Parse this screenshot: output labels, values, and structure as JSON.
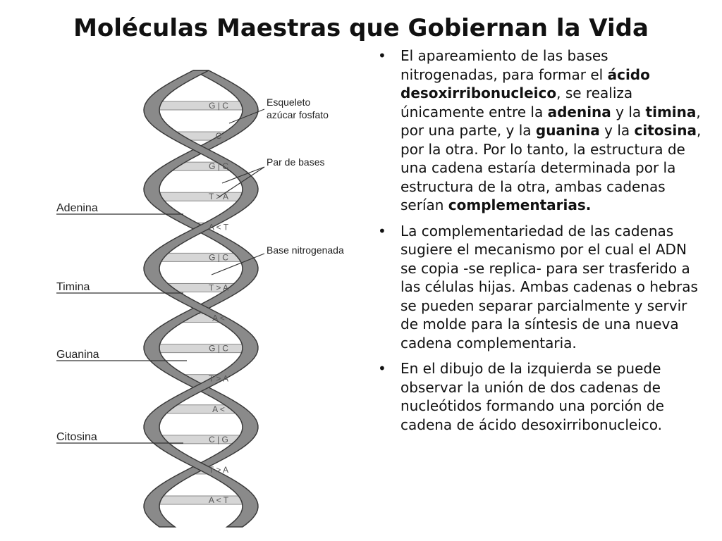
{
  "slide": {
    "title": "Moléculas Maestras que Gobiernan la Vida"
  },
  "bullets": [
    {
      "segments": [
        {
          "text": "El apareamiento de las bases nitrogenadas, para formar el ",
          "bold": false
        },
        {
          "text": "ácido desoxirribonucleico",
          "bold": true
        },
        {
          "text": ", se realiza únicamente entre la ",
          "bold": false
        },
        {
          "text": "adenina",
          "bold": true
        },
        {
          "text": " y la ",
          "bold": false
        },
        {
          "text": "timina",
          "bold": true
        },
        {
          "text": ", por una parte, y la ",
          "bold": false
        },
        {
          "text": "guanina",
          "bold": true
        },
        {
          "text": " y la ",
          "bold": false
        },
        {
          "text": "citosina",
          "bold": true
        },
        {
          "text": ", por la otra. Por lo tanto, la estructura de una cadena estaría determinada por la estructura de la otra, ambas cadenas serían ",
          "bold": false
        },
        {
          "text": "complementarias.",
          "bold": true
        }
      ]
    },
    {
      "segments": [
        {
          "text": "La complementariedad de las cadenas sugiere el mecanismo por el cual el ADN se copia -se replica- para ser trasferido a las células hijas. Ambas cadenas o hebras se pueden separar parcialmente y servir de molde para la síntesis de una nueva cadena complementaria.",
          "bold": false
        }
      ]
    },
    {
      "segments": [
        {
          "text": "En el dibujo de la izquierda se puede observar la unión de dos cadenas de nucleótidos formando una porción de cadena de ácido desoxirribonucleico.",
          "bold": false
        }
      ]
    }
  ],
  "bullet_symbol": "•",
  "figure": {
    "label_backbone_line1": "Esqueleto",
    "label_backbone_line2": "azúcar fosfato",
    "label_base_pair": "Par de bases",
    "label_nitrogen_base": "Base nitrogenada",
    "label_adenine": "Adenina",
    "label_thymine": "Timina",
    "label_guanine": "Guanina",
    "label_cytosine": "Citosina",
    "base_pairs": [
      "G | C",
      "C",
      "G | C",
      "T > A",
      "A < T",
      "G | C",
      "T > A",
      "A <",
      "G | C",
      "T > A",
      "A <",
      "C | G",
      "T > A",
      "A < T"
    ],
    "colors": {
      "strand": "#8a8a8a",
      "strand_edge": "#3a3a3a",
      "rung": "#d6d6d6"
    }
  }
}
